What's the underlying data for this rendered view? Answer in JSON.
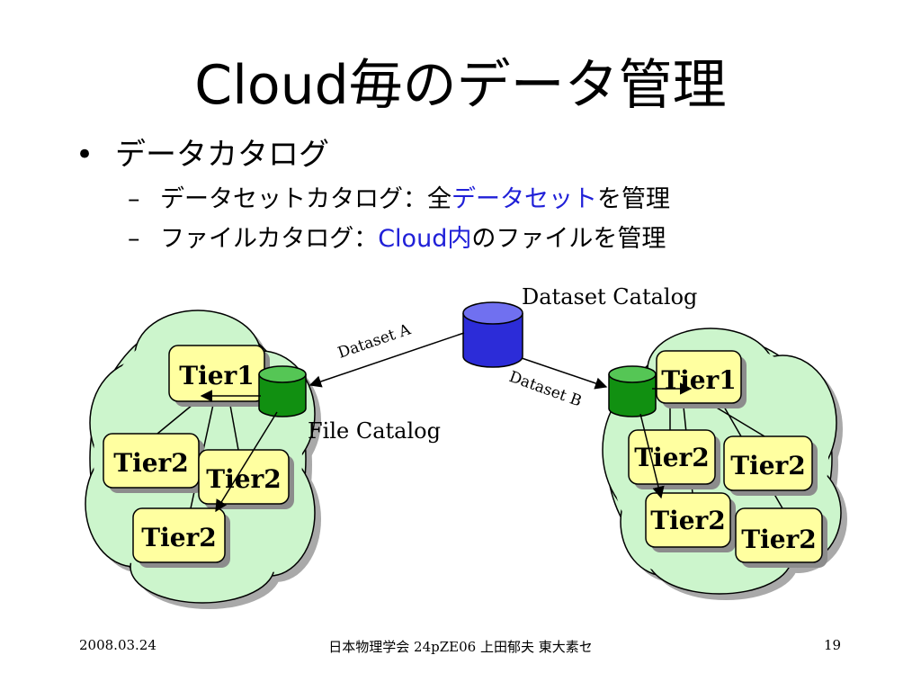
{
  "title": "Cloud毎のデータ管理",
  "bullets": {
    "main": "データカタログ",
    "sub1_prefix": "データセットカタログ：全",
    "sub1_highlight": "データセット",
    "sub1_suffix": "を管理",
    "sub2_prefix": "ファイルカタログ：",
    "sub2_highlight": "Cloud内",
    "sub2_suffix": "のファイルを管理"
  },
  "diagram": {
    "dataset_catalog_label": "Dataset Catalog",
    "file_catalog_label": "File Catalog",
    "dataset_a_label": "Dataset A",
    "dataset_b_label": "Dataset B",
    "tier1": "Tier1",
    "tier2": "Tier2",
    "colors": {
      "cloud_fill": "#ccf5cc",
      "cloud_shadow": "#a9a9a9",
      "tier_fill": "#ffffa0",
      "dataset_db": "#2c2cd8",
      "file_db": "#119011",
      "highlight_text": "#2020d8"
    }
  },
  "footer": {
    "date": "2008.03.24",
    "center": "日本物理学会 24pZE06  上田郁夫  東大素セ",
    "page": "19"
  }
}
